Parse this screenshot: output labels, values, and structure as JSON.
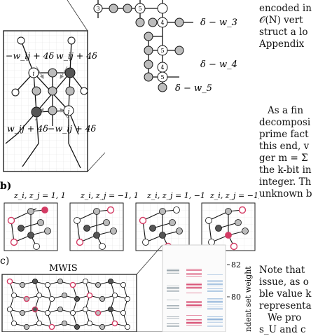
{
  "figure": {
    "panel_a": {
      "labels": {
        "tl": "−w_ij + 4δ",
        "tr": "w_ij + 4δ",
        "bl": "w_ij + 4δ",
        "br": "−w_ij + 4δ",
        "node_i": "i",
        "node_j": "j"
      },
      "chain": {
        "nodes": [
          "3",
          "5",
          "4",
          "5",
          "4",
          "5"
        ],
        "weights": [
          "δ − w_3",
          "δ − w_4",
          "δ − w_5"
        ]
      }
    },
    "panel_b": {
      "tag": "b)",
      "cases": [
        "z_i, z_j = 1, 1",
        "z_i, z_j = −1, 1",
        "z_i, z_j = 1, −1",
        "z_i, z_j = −1, −1"
      ]
    },
    "panel_c": {
      "tag": "c)",
      "title": "MWIS",
      "axis_label": "ndent set weight",
      "ticks": [
        "82",
        "80"
      ]
    }
  },
  "body_text": {
    "block1": [
      "encoded in",
      "𝒪(N) vert",
      "struct a lo",
      "Appendix"
    ],
    "block2": [
      "As a fin",
      "decomposi",
      "prime fact",
      "this end, v",
      "ger m = Σ",
      "the k-bit in",
      "integer. Th",
      "unknown b"
    ],
    "block3": [
      "Note that",
      "issue, as o",
      "ble value k",
      "representa",
      "We pro",
      "s_U and c"
    ]
  },
  "colors": {
    "dark_node": "#555555",
    "light_node": "#bcbcbc",
    "pink": "#d43b64",
    "blue": "#8fb3d9",
    "gray_hist": "#9aa6ad"
  }
}
